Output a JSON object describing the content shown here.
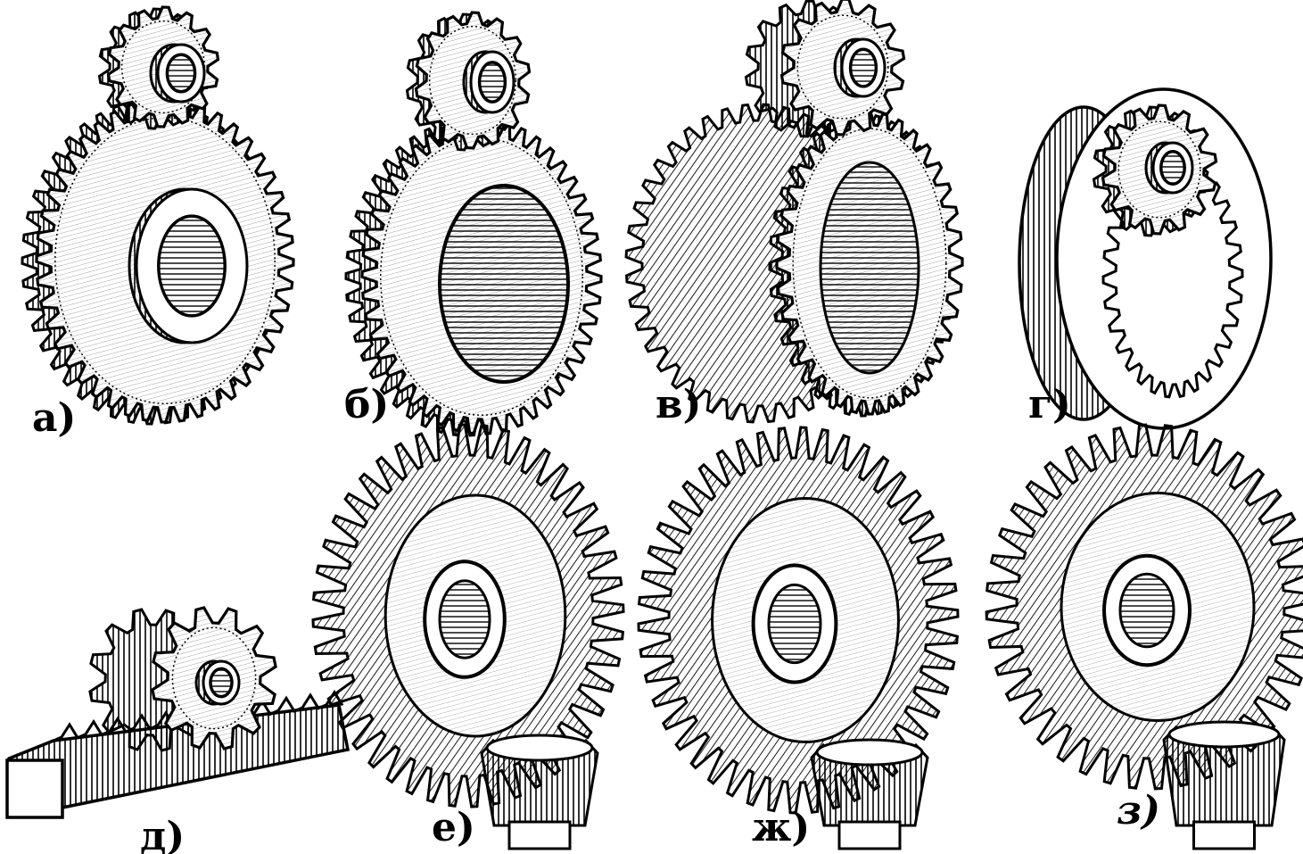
{
  "figure": {
    "labels": {
      "a": "а)",
      "b": "б)",
      "v": "в)",
      "g": "г)",
      "d": "д)",
      "e": "е)",
      "zh": "ж)",
      "z": "з)"
    }
  }
}
